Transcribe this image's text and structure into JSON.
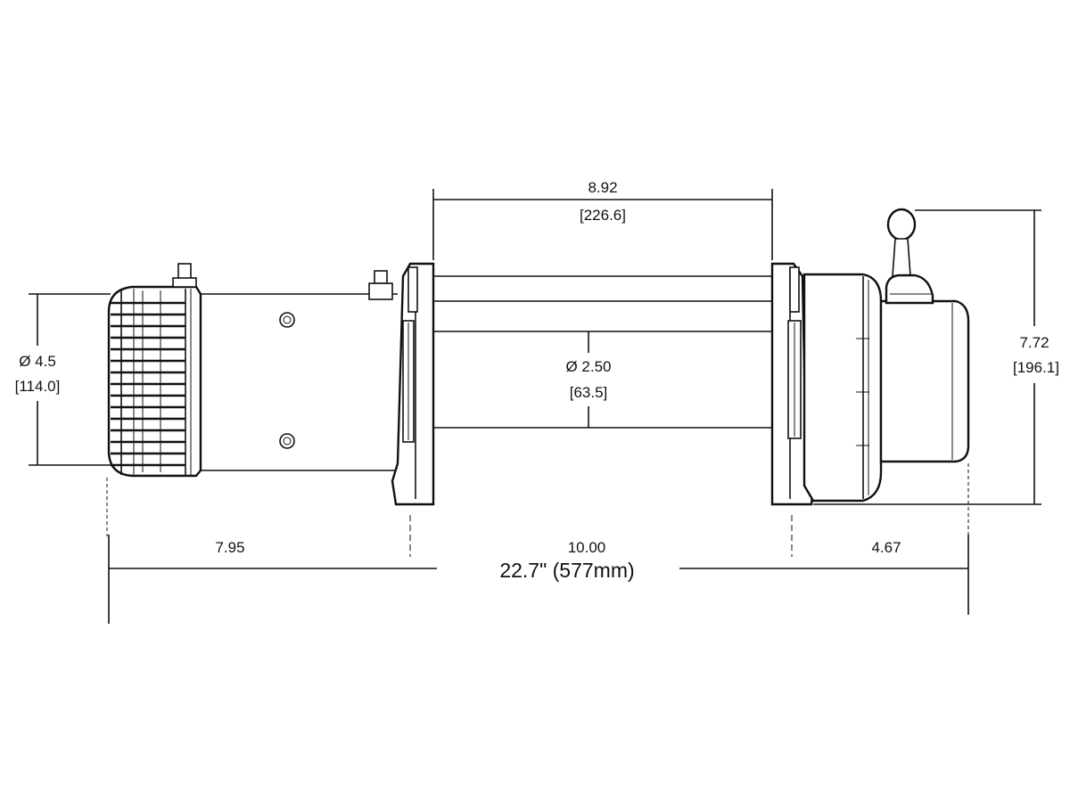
{
  "dimensions": {
    "drum_length": {
      "value": "8.92",
      "metric": "[226.6]"
    },
    "drum_diameter": {
      "value": "Ø 2.50",
      "metric": "[63.5]"
    },
    "motor_diameter": {
      "value": "Ø 4.5",
      "metric": "[114.0]"
    },
    "height": {
      "value": "7.72",
      "metric": "[196.1]"
    },
    "left_span": "7.95",
    "mount_span": "10.00",
    "right_span": "4.67",
    "overall_length": "22.7\" (577mm)"
  }
}
